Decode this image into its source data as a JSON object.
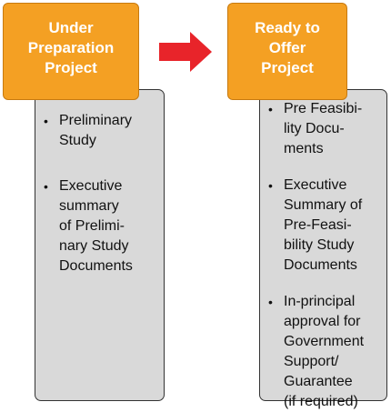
{
  "left": {
    "header": [
      "Under",
      "Preparation",
      "Project"
    ],
    "items": [
      {
        "lines": [
          "Preliminary",
          "Study"
        ]
      },
      {
        "lines": [
          "Executive",
          "summary",
          "of Prelimi-",
          "nary Study",
          "Documents"
        ]
      }
    ]
  },
  "right": {
    "header": [
      "Ready to",
      "Offer",
      "Project"
    ],
    "items": [
      {
        "lines": [
          "Pre Feasibi-",
          "lity Docu-",
          "ments"
        ]
      },
      {
        "lines": [
          "Executive",
          "Summary of",
          "Pre-Feasi-",
          "bility Study",
          "Documents"
        ]
      },
      {
        "lines": [
          "In-principal",
          "approval for",
          "Government",
          "Support/",
          "Guarantee",
          "(if required)"
        ]
      }
    ]
  },
  "bullet": "•",
  "colors": {
    "header_fill": "#f4a023",
    "panel_fill": "#d9d9d9",
    "arrow_fill": "#e8242a"
  }
}
